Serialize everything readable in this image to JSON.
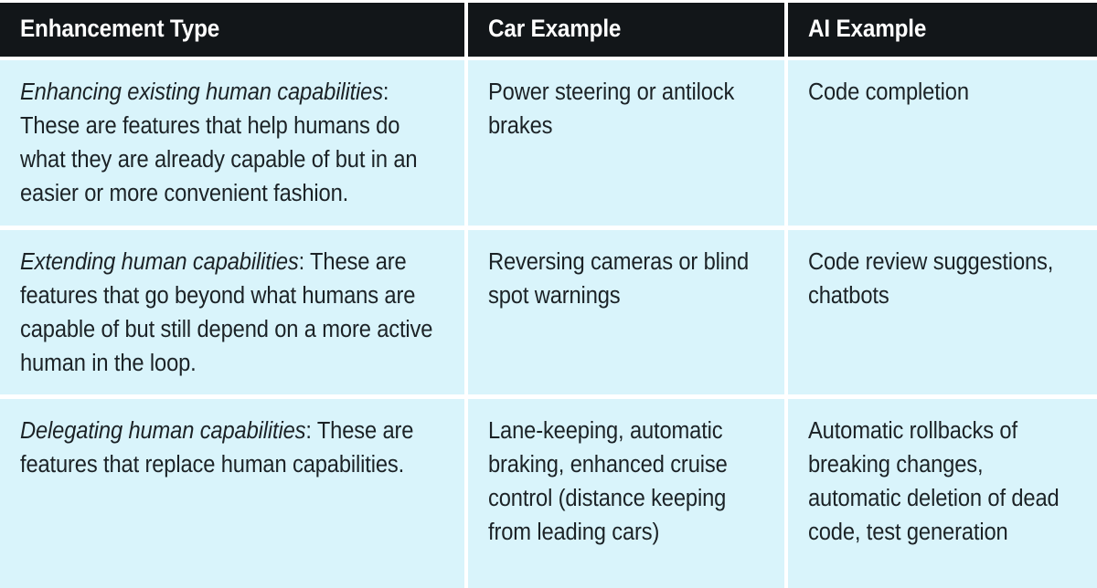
{
  "table": {
    "columns": [
      {
        "id": "enhancement-type",
        "label": "Enhancement Type"
      },
      {
        "id": "car-example",
        "label": "Car Example"
      },
      {
        "id": "ai-example",
        "label": "AI Example"
      }
    ],
    "rows": [
      {
        "id": "enhancing",
        "type_lead": "Enhancing existing human capabilities",
        "type_rest": ": These are features that help humans do what they are already capable of but in an easier or more convenient fashion.",
        "car_example": "Power steering or antilock brakes",
        "ai_example": "Code completion"
      },
      {
        "id": "extending",
        "type_lead": "Extending human capabilities",
        "type_rest": ": These are features that go beyond what humans are capable of but still depend on a more active human in the loop.",
        "car_example": "Reversing cameras or blind spot warnings",
        "ai_example": "Code review suggestions, chatbots"
      },
      {
        "id": "delegating",
        "type_lead": "Delegating human capabilities",
        "type_rest": ": These are features that replace human capabilities.",
        "car_example": "Lane-keeping, automatic braking, enhanced cruise control (distance keeping from leading cars)",
        "ai_example": "Automatic rollbacks of breaking changes, automatic deletion of dead code, test generation"
      }
    ]
  },
  "colors": {
    "header_background": "#121619",
    "header_text": "#ffffff",
    "cell_background": "#d9f4fb",
    "cell_text": "#1b2226",
    "page_background": "#ffffff"
  }
}
